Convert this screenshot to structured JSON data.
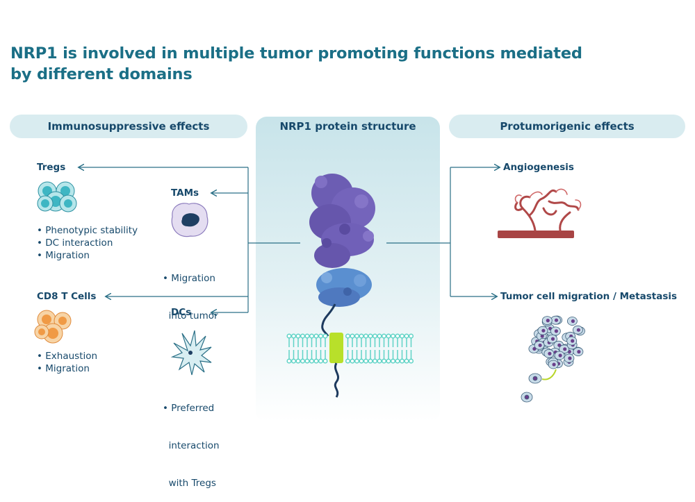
{
  "title_line1": "NRP1 is involved in multiple tumor promoting functions mediated",
  "title_line2": "by different domains",
  "headers": {
    "left": "Immunosuppressive effects",
    "center": "NRP1 protein structure",
    "right": "Protumorigenic effects"
  },
  "left": {
    "tregs": {
      "label": "Tregs",
      "items": [
        "• Phenotypic stability",
        "• DC interaction",
        "• Migration"
      ]
    },
    "tams": {
      "label": "TAMs",
      "items": [
        "• Migration",
        "  into tumor"
      ]
    },
    "cd8": {
      "label": "CD8 T Cells",
      "items": [
        "• Exhaustion",
        "• Migration"
      ]
    },
    "dcs": {
      "label": "DCs",
      "items": [
        "• Preferred",
        "  interaction",
        "  with Tregs"
      ]
    }
  },
  "right": {
    "angiogenesis": {
      "label": "Angiogenesis"
    },
    "metastasis": {
      "label": "Tumor cell migration / Metastasis"
    }
  },
  "colors": {
    "title": "#1b6f86",
    "text": "#17496b",
    "pill": "#d9ecf0",
    "line": "#2a6f86",
    "protein_upper": "#6f5fb5",
    "protein_lower": "#5c8fd0",
    "membrane": "#5fd3c6",
    "transmembrane": "#b8e02a",
    "vessel": "#a84444"
  }
}
